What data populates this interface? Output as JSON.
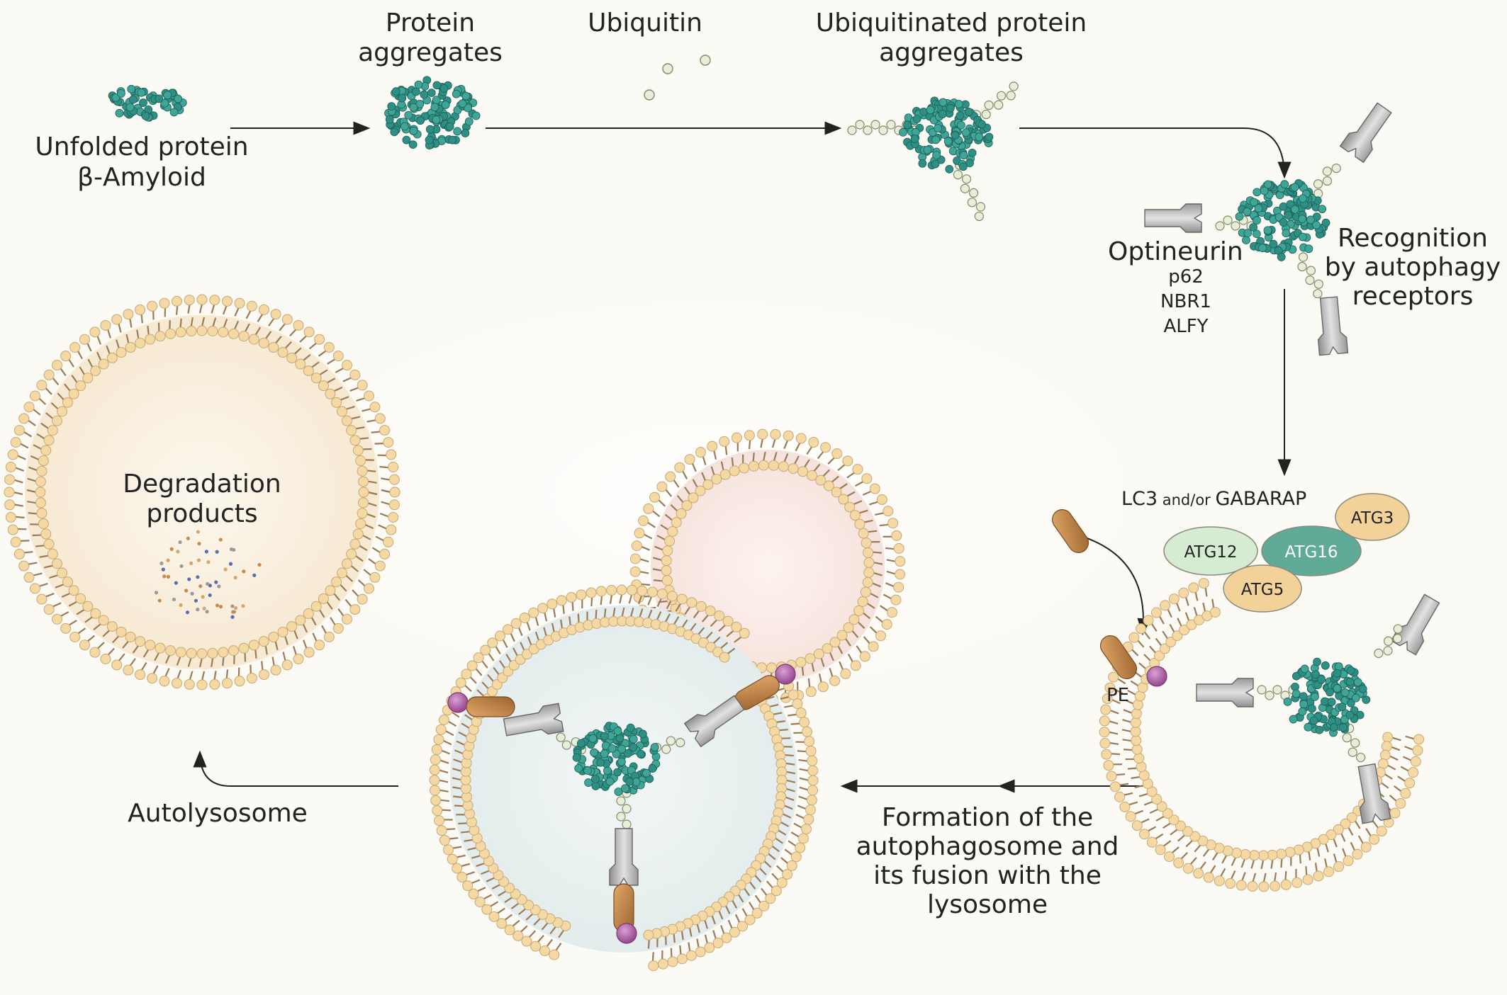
{
  "labels": {
    "unfolded_line1": "Unfolded protein",
    "unfolded_line2": "β-Amyloid",
    "protein_agg_line1": "Protein",
    "protein_agg_line2": "aggregates",
    "ubiquitin": "Ubiquitin",
    "ubiq_agg_line1": "Ubiquitinated protein",
    "ubiq_agg_line2": "aggregates",
    "optineurin": "Optineurin",
    "p62": "p62",
    "nbr1": "NBR1",
    "alfy": "ALFY",
    "recognition_line1": "Recognition",
    "recognition_line2": "by autophagy",
    "recognition_line3": "receptors",
    "lc3_a": "LC3",
    "lc3_b": " and/or ",
    "lc3_c": "GABARAP",
    "atg3": "ATG3",
    "atg12": "ATG12",
    "atg16": "ATG16",
    "atg5": "ATG5",
    "pe": "PE",
    "formation_line1": "Formation of the",
    "formation_line2": "autophagosome and",
    "formation_line3": "its fusion with the",
    "formation_line4": "lysosome",
    "autolysosome": "Autolysosome",
    "degradation_line1": "Degradation",
    "degradation_line2": "products"
  },
  "colors": {
    "background": "#fbfaf4",
    "aggregate": "#2e8f84",
    "ubiquitin": "#e9eed9",
    "lipid_head": "#f4d9a4",
    "lipid_tail": "#9a7b58",
    "receptor": "#bdbdbd",
    "lc3": "#c98a4a",
    "pe": "#b86fb0",
    "atg_orange": "#f3d29a",
    "atg12_green": "#d6ecd2",
    "atg16_teal": "#5fab98"
  }
}
